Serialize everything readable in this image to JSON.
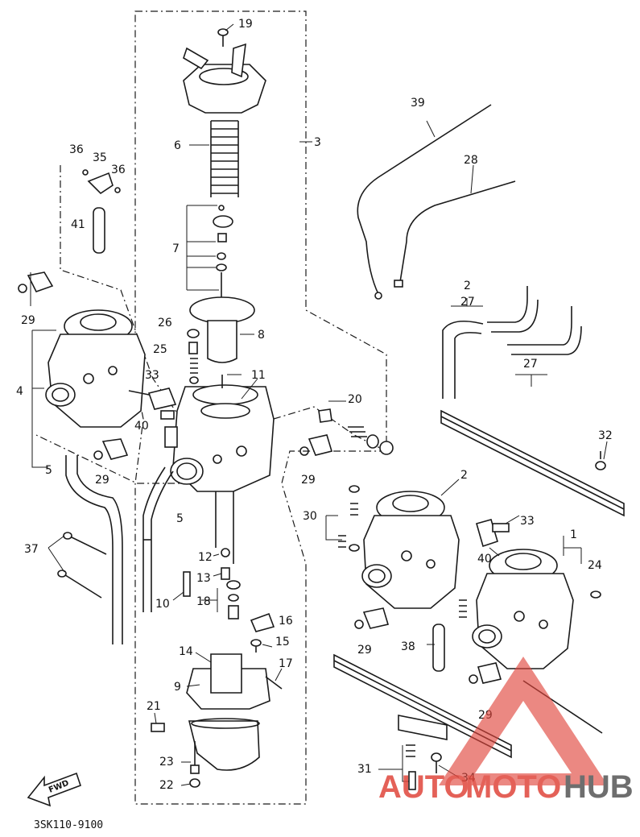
{
  "diagram_code": "3SK110-9100",
  "fwd_label": "FWD",
  "watermark": {
    "part1": "AUTO",
    "part2": "MOTO",
    "part3": "HUB",
    "color_red": "#e0463c",
    "color_gray": "#555555"
  },
  "callouts": [
    "19",
    "6",
    "3",
    "36",
    "35",
    "36",
    "41",
    "7",
    "39",
    "28",
    "29",
    "2",
    "27",
    "26",
    "8",
    "25",
    "11",
    "33",
    "4",
    "27",
    "40",
    "20",
    "32",
    "29",
    "29",
    "5",
    "2",
    "30",
    "33",
    "5",
    "37",
    "12",
    "40",
    "24",
    "1",
    "13",
    "10",
    "18",
    "16",
    "29",
    "38",
    "15",
    "14",
    "17",
    "9",
    "29",
    "21",
    "31",
    "23",
    "34",
    "22"
  ]
}
